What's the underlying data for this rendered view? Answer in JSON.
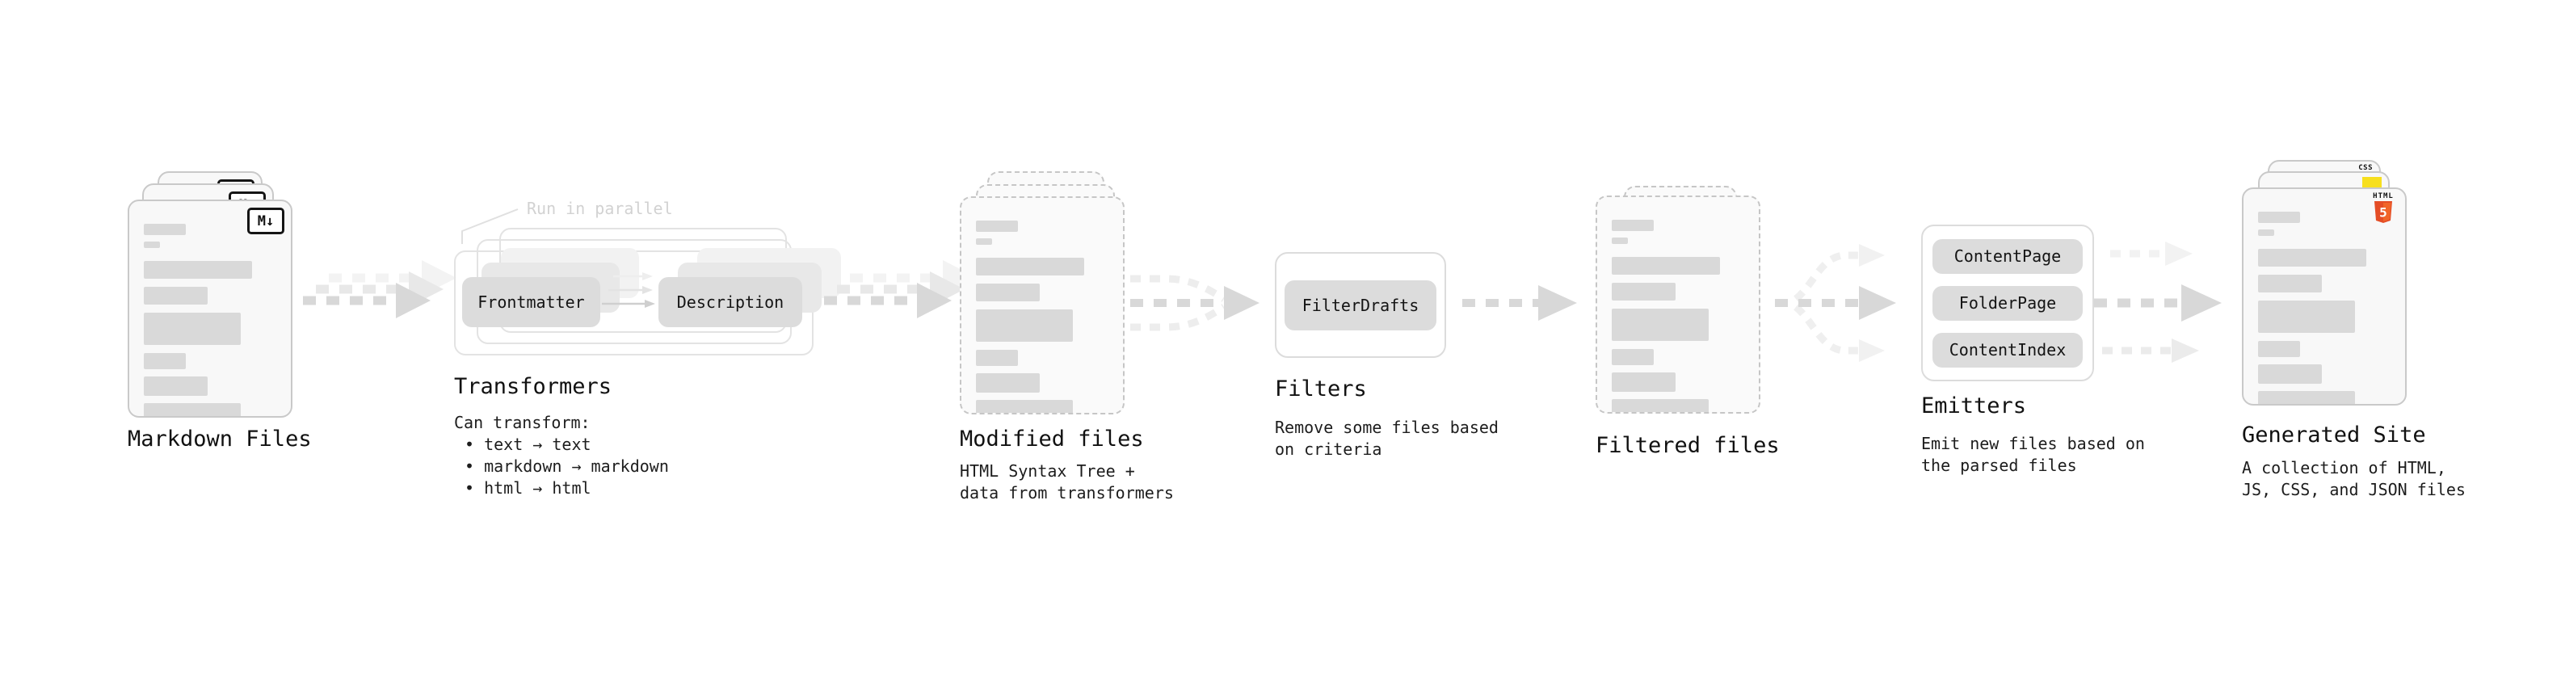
{
  "colors": {
    "html5_orange": "#e44d26",
    "html5_orange_light": "#f16529",
    "js_yellow": "#f7df1e",
    "css_blue": "#2864f0",
    "arrow_gray": "#d8d8d8",
    "arrow_gray_light": "#f0f0f0"
  },
  "markdown_files": {
    "label": "Markdown Files",
    "badge": "M↓"
  },
  "transformers": {
    "parallel_note": "Run in parallel",
    "input_pill": "Frontmatter",
    "output_pill": "Description",
    "title": "Transformers",
    "desc_heading": "Can transform:",
    "bullets": [
      "• text → text",
      "• markdown → markdown",
      "• html → html"
    ]
  },
  "modified_files": {
    "title": "Modified files",
    "desc_line1": "HTML Syntax Tree +",
    "desc_line2": "data from transformers"
  },
  "filters": {
    "pill": "FilterDrafts",
    "title": "Filters",
    "desc_line1": "Remove some files based",
    "desc_line2": "on criteria"
  },
  "filtered_files": {
    "title": "Filtered files"
  },
  "emitters": {
    "pills": [
      "ContentPage",
      "FolderPage",
      "ContentIndex"
    ],
    "title": "Emitters",
    "desc_line1": "Emit new files based on",
    "desc_line2": "the parsed files"
  },
  "generated_site": {
    "title": "Generated Site",
    "desc_line1": "A collection of HTML,",
    "desc_line2": "JS, CSS, and JSON files",
    "css_badge": {
      "label": "CSS"
    },
    "html_badge": {
      "word": "HTML",
      "number": "5"
    }
  }
}
